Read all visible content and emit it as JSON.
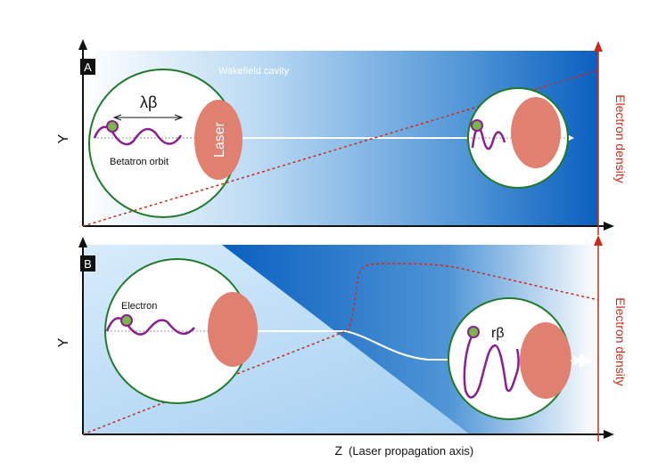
{
  "panel_a": {
    "tag": "A",
    "y_axis_label": "Y",
    "right_axis_label": "Electron density",
    "cavity_label": "Wakefield cavity",
    "laser_label": "Laser",
    "wavelength_label": "λβ",
    "orbit_label": "Betatron orbit"
  },
  "panel_b": {
    "tag": "B",
    "y_axis_label": "Y",
    "right_axis_label": "Electron density",
    "electron_label": "Electron",
    "amplitude_label": "rβ"
  },
  "x_axis_label": "Z",
  "x_axis_note": "(Laser propagation axis)",
  "colors": {
    "density_line": "#cc2a1a",
    "orbit": "#8a1f8f",
    "electron_fill": "#7ab648",
    "laser_fill": "#e08070",
    "bubble_border": "#1f7a2a",
    "plasma_dark": "#0a5fc0",
    "plasma_light": "#d8ecfb"
  }
}
